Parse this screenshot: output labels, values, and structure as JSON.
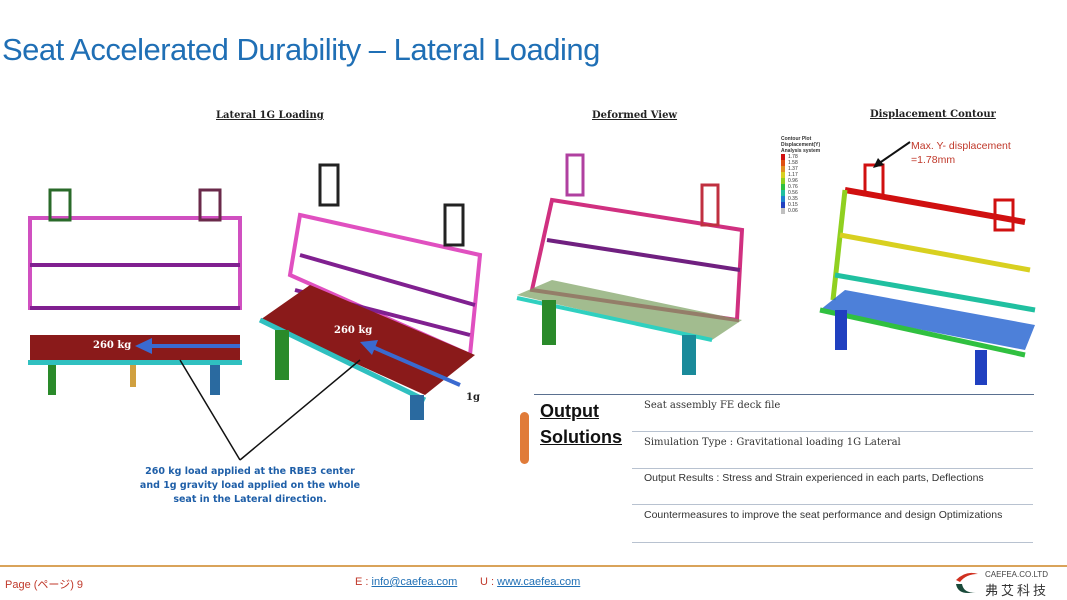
{
  "title": "Seat Accelerated Durability – Lateral Loading",
  "sections": {
    "lateral": "Lateral 1G Loading",
    "deformed": "Deformed View",
    "contour": "Displacement Contour"
  },
  "labels": {
    "load_left": "260 kg",
    "load_right": "260 kg",
    "gravity": "1g"
  },
  "note": "260 kg load applied at the RBE3 center and 1g gravity load applied on the whole seat in the Lateral direction.",
  "legend": {
    "title": [
      "Contour Plot",
      "Displacement(Y)",
      "Analysis system"
    ],
    "values": [
      "1.78",
      "1.58",
      "1.37",
      "1.17",
      "0.96",
      "0.76",
      "0.56",
      "0.35",
      "0.15",
      "0.06"
    ],
    "colors": [
      "#d01010",
      "#e05010",
      "#e09020",
      "#d8d020",
      "#90d020",
      "#30c040",
      "#20c0a0",
      "#2080d0",
      "#2040c0",
      "#c0c0c0"
    ]
  },
  "annotation": {
    "line1": "Max. Y- displacement",
    "line2": "=1.78mm"
  },
  "output": {
    "heading_1": "Output",
    "heading_2": "Solutions",
    "rows": [
      "Seat assembly FE deck file",
      "Simulation Type : Gravitational loading 1G Lateral",
      "Output Results : Stress and Strain experienced in each parts, Deflections",
      "Countermeasures to improve the seat performance and design Optimizations"
    ]
  },
  "footer": {
    "page": "Page (ページ) 9",
    "email_label": "E :",
    "email": "info@caefea.com",
    "url_label": "U :",
    "url": "www.caefea.com",
    "company": "CAEFEA.CO.LTD",
    "company_cn": "弗艾科技"
  },
  "accent": "#e07b39"
}
